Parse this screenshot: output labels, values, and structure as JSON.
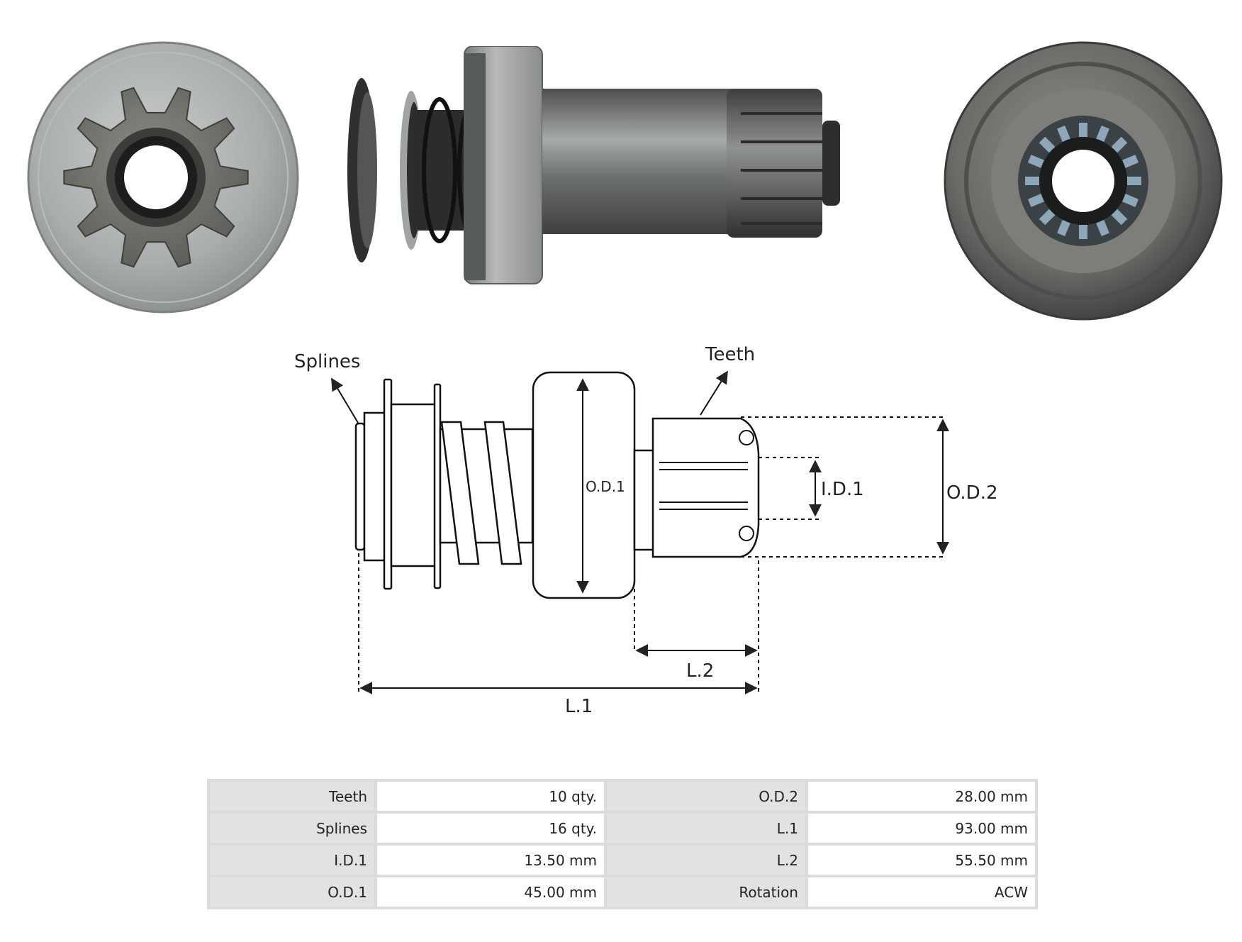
{
  "diagram": {
    "labels": {
      "splines": "Splines",
      "teeth": "Teeth",
      "od1": "O.D.1",
      "od2": "O.D.2",
      "id1": "I.D.1",
      "l1": "L.1",
      "l2": "L.2"
    }
  },
  "specs": {
    "rows": [
      {
        "k1": "Teeth",
        "v1": "10 qty.",
        "k2": "O.D.2",
        "v2": "28.00 mm"
      },
      {
        "k1": "Splines",
        "v1": "16 qty.",
        "k2": "L.1",
        "v2": "93.00 mm"
      },
      {
        "k1": "I.D.1",
        "v1": "13.50 mm",
        "k2": "L.2",
        "v2": "55.50 mm"
      },
      {
        "k1": "O.D.1",
        "v1": "45.00 mm",
        "k2": "Rotation",
        "v2": "ACW"
      }
    ]
  }
}
